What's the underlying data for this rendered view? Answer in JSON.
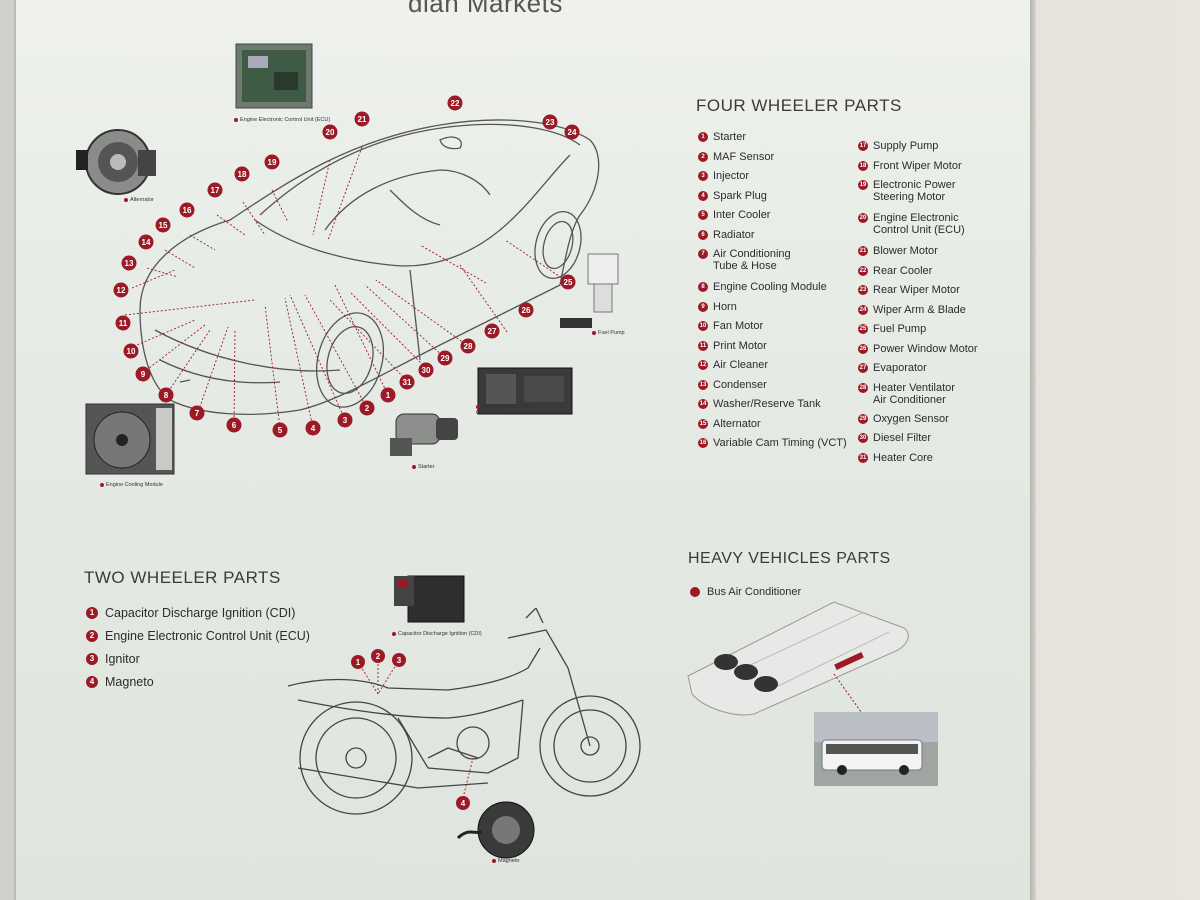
{
  "header_partial": "dian Markets",
  "four_wheeler": {
    "title": "FOUR WHEELER PARTS",
    "col1": [
      {
        "n": "1",
        "label": "Starter"
      },
      {
        "n": "2",
        "label": "MAF Sensor"
      },
      {
        "n": "3",
        "label": "Injector"
      },
      {
        "n": "4",
        "label": "Spark Plug"
      },
      {
        "n": "5",
        "label": "Inter Cooler"
      },
      {
        "n": "6",
        "label": "Radiator"
      },
      {
        "n": "7",
        "label": "Air Conditioning Tube & Hose"
      },
      {
        "n": "8",
        "label": "Engine Cooling Module"
      },
      {
        "n": "9",
        "label": "Horn"
      },
      {
        "n": "10",
        "label": "Fan Motor"
      },
      {
        "n": "11",
        "label": "Print Motor"
      },
      {
        "n": "12",
        "label": "Air Cleaner"
      },
      {
        "n": "13",
        "label": "Condenser"
      },
      {
        "n": "14",
        "label": "Washer/Reserve Tank"
      },
      {
        "n": "15",
        "label": "Alternator"
      },
      {
        "n": "16",
        "label": "Variable Cam Timing (VCT)"
      }
    ],
    "col2": [
      {
        "n": "17",
        "label": "Supply Pump"
      },
      {
        "n": "18",
        "label": "Front Wiper Motor"
      },
      {
        "n": "19",
        "label": "Electronic Power Steering Motor"
      },
      {
        "n": "20",
        "label": "Engine Electronic Control Unit (ECU)"
      },
      {
        "n": "21",
        "label": "Blower Motor"
      },
      {
        "n": "22",
        "label": "Rear Cooler"
      },
      {
        "n": "23",
        "label": "Rear Wiper Motor"
      },
      {
        "n": "24",
        "label": "Wiper Arm & Blade"
      },
      {
        "n": "25",
        "label": "Fuel Pump"
      },
      {
        "n": "26",
        "label": "Power Window Motor"
      },
      {
        "n": "27",
        "label": "Evaporator"
      },
      {
        "n": "28",
        "label": "Heater Ventilator Air Conditioner"
      },
      {
        "n": "29",
        "label": "Oxygen Sensor"
      },
      {
        "n": "30",
        "label": "Diesel Filter"
      },
      {
        "n": "31",
        "label": "Heater Core"
      }
    ],
    "captions": {
      "ecu": "Engine Electronic Control Unit (ECU)",
      "alternator": "Alternator",
      "cooling": "Engine Cooling Module",
      "starter": "Starter",
      "heater": "Heater Ventilator Air Conditioner",
      "fuel_pump": "Fuel Pump"
    },
    "callouts": [
      "1",
      "2",
      "3",
      "4",
      "5",
      "6",
      "7",
      "8",
      "9",
      "10",
      "11",
      "12",
      "13",
      "14",
      "15",
      "16",
      "17",
      "18",
      "19",
      "20",
      "21",
      "22",
      "23",
      "24",
      "25",
      "26",
      "27",
      "28",
      "29",
      "30",
      "31"
    ]
  },
  "two_wheeler": {
    "title": "TWO WHEELER PARTS",
    "items": [
      {
        "n": "1",
        "label": "Capacitor Discharge Ignition (CDI)"
      },
      {
        "n": "2",
        "label": "Engine Electronic Control Unit (ECU)"
      },
      {
        "n": "3",
        "label": "Ignitor"
      },
      {
        "n": "4",
        "label": "Magneto"
      }
    ],
    "captions": {
      "cdi": "Capacitor Discharge Ignition (CDI)",
      "magneto": "Magneto"
    },
    "callouts": [
      "1",
      "2",
      "3",
      "4"
    ]
  },
  "heavy": {
    "title": "HEAVY VEHICLES PARTS",
    "items": [
      {
        "label": "Bus Air Conditioner"
      }
    ]
  },
  "colors": {
    "accent": "#9c1a26",
    "text": "#2c2c2c",
    "board": "#e8ece7"
  }
}
